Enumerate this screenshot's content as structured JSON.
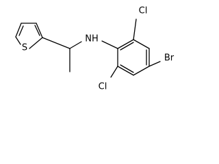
{
  "molecule": {
    "atoms": {
      "sulfur": "S",
      "amine": "NH",
      "chlorine_top": "Cl",
      "chlorine_bottom": "Cl",
      "bromine": "Br"
    },
    "colors": {
      "bond": "#000000",
      "label": "#000000",
      "background": "#ffffff"
    }
  }
}
